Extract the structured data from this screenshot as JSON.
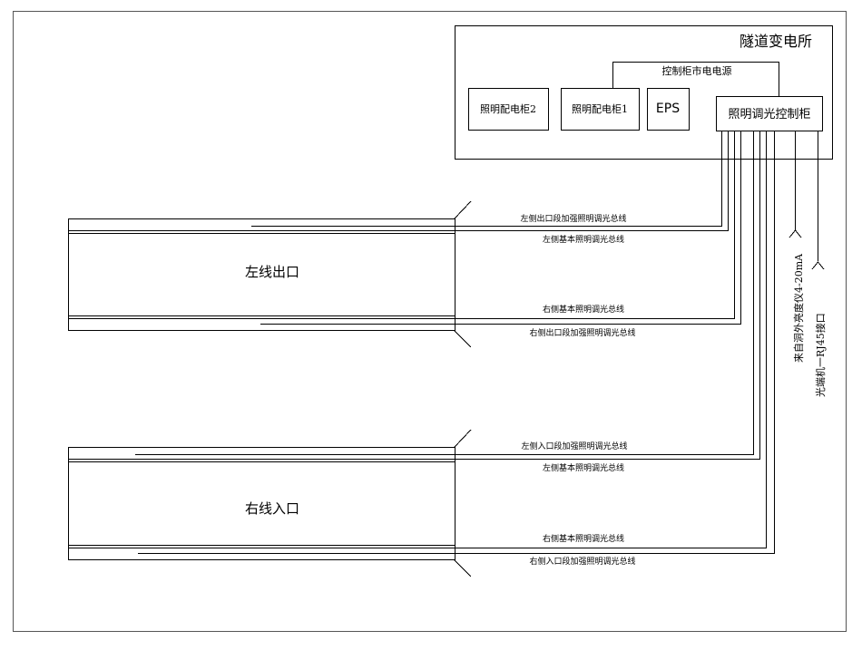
{
  "substation": {
    "title": "隧道变电所",
    "panels": {
      "lighting_panel_2": "照明配电柜2",
      "lighting_panel_1": "照明配电柜1",
      "eps": "EPS",
      "dimming_cabinet": "照明调光控制柜"
    },
    "mains_power_label": "控制柜市电电源"
  },
  "left_exit": {
    "label": "左线出口",
    "buses": {
      "left_reinforced": "左侧出口段加强照明调光总线",
      "left_basic": "左侧基本照明调光总线",
      "right_basic": "右侧基本照明调光总线",
      "right_reinforced": "右侧出口段加强照明调光总线"
    }
  },
  "right_entrance": {
    "label": "右线入口",
    "buses": {
      "left_reinforced": "左侧入口段加强照明调光总线",
      "left_basic": "左侧基本照明调光总线",
      "right_basic": "右侧基本照明调光总线",
      "right_reinforced": "右侧入口段加强照明调光总线"
    }
  },
  "inputs": {
    "luminance_meter": "来自洞外亮度仪4-20mA",
    "optical_terminal": "光端机一RJ45接口"
  }
}
